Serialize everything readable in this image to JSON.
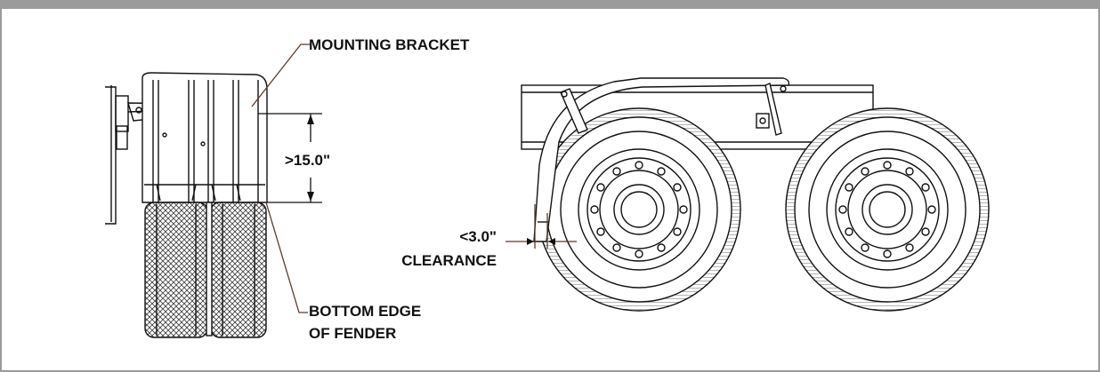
{
  "labels": {
    "mounting_bracket": "MOUNTING BRACKET",
    "height_dimension": ">15.0\"",
    "clearance_value": "<3.0\"",
    "clearance_word": "CLEARANCE",
    "bottom_edge_line1": "BOTTOM EDGE",
    "bottom_edge_line2": "OF FENDER"
  },
  "colors": {
    "frame": "#9b9b9b",
    "ink": "#111111",
    "leader": "#5a3a2a"
  }
}
